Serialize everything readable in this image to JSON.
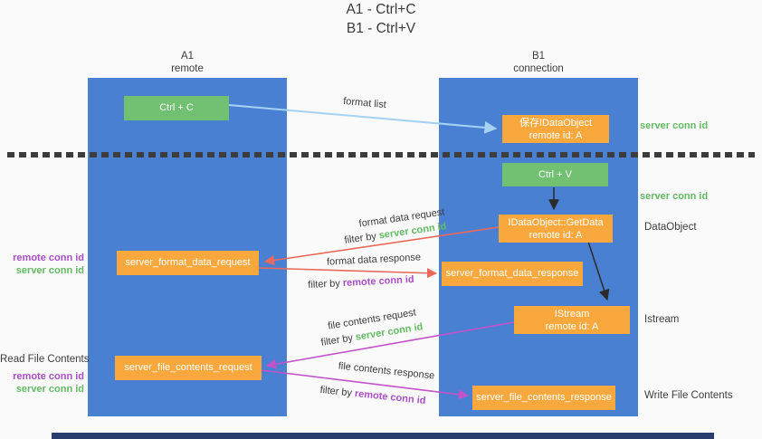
{
  "title": {
    "line1": "A1 - Ctrl+C",
    "line2": "B1 - Ctrl+V"
  },
  "columns": {
    "a1": {
      "title": "A1",
      "subtitle": "remote"
    },
    "b1": {
      "title": "B1",
      "subtitle": "connection"
    }
  },
  "nodes": {
    "ctrl_c": {
      "label": "Ctrl + C"
    },
    "ctrl_v": {
      "label": "Ctrl + V"
    },
    "save_idataobject": {
      "line1": "保存IDataObject",
      "line2": "remote id: A"
    },
    "idataobject_getdata": {
      "line1": "IDataObject::GetData",
      "line2": "remote id: A"
    },
    "istream": {
      "line1": "IStream",
      "line2": "remote id: A"
    },
    "server_format_data_request": {
      "label": "server_format_data_request"
    },
    "server_format_data_response": {
      "label": "server_format_data_response"
    },
    "server_file_contents_request": {
      "label": "server_file_contents_request"
    },
    "server_file_contents_response": {
      "label": "server_file_contents_response"
    }
  },
  "edge_labels": {
    "format_list": "format list",
    "format_data_request": "format data request",
    "format_data_response": "format data response",
    "file_contents_request": "file contents request",
    "file_contents_response": "file contents response",
    "filter_by": "filter by ",
    "server_conn_id": "server conn id",
    "remote_conn_id": "remote conn id"
  },
  "annotations": {
    "server_conn_id": "server conn id",
    "remote_conn_id": "remote conn id",
    "dataobject": "DataObject",
    "istream": "Istream",
    "read_file_contents": "Read File Contents",
    "write_file_contents": "Write File Contents"
  },
  "colors": {
    "column_blue": "#4a80d2",
    "node_green": "#72c072",
    "node_orange": "#f9a83d",
    "arrow_light_blue": "#a5d2f3",
    "arrow_red": "#e96a5c",
    "arrow_magenta": "#c353c9",
    "arrow_black": "#2b2b2b",
    "text_green": "#63bb63",
    "text_purple": "#aa4ec8"
  }
}
